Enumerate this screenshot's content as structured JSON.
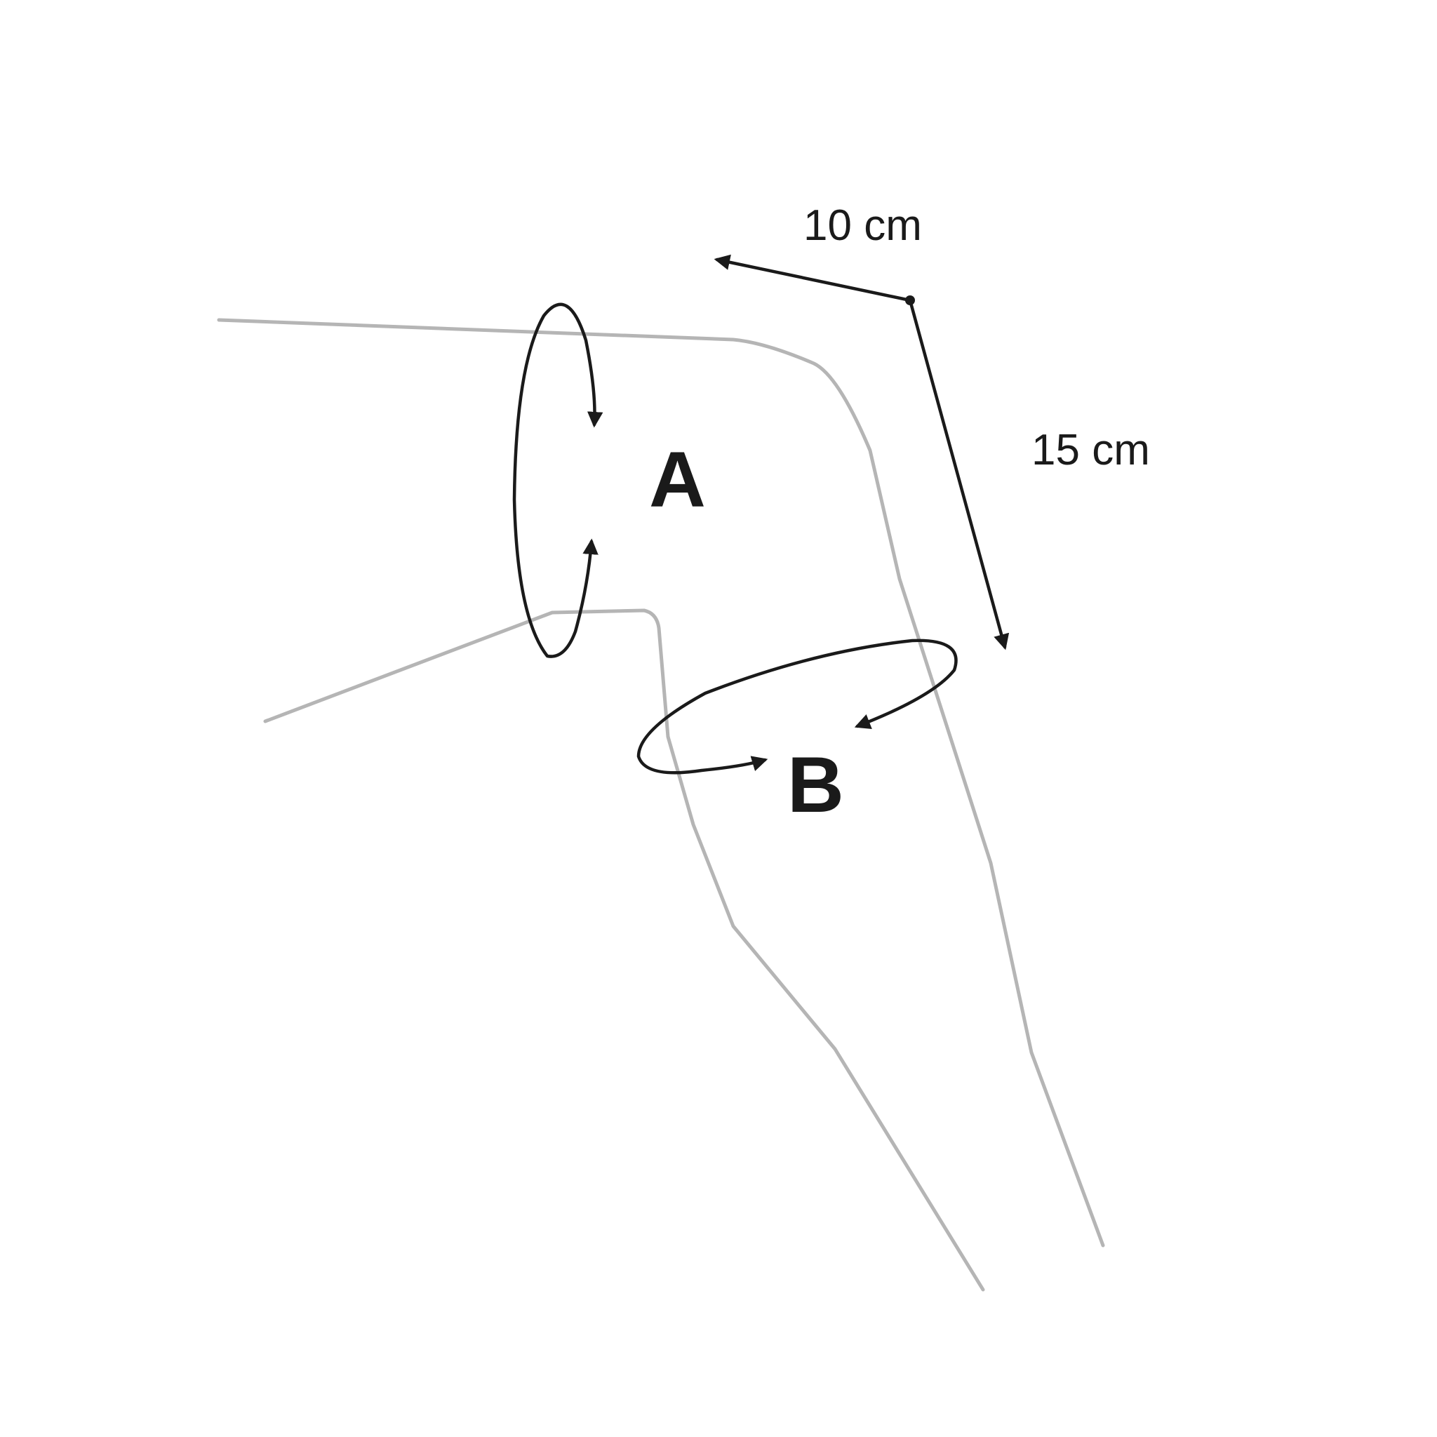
{
  "labels": {
    "a": "A",
    "b": "B"
  },
  "dimensions": {
    "upper": "10 cm",
    "lower": "15 cm"
  },
  "colors": {
    "outline": "#b5b5b5",
    "ink": "#1a1a1a",
    "background": "#ffffff"
  }
}
